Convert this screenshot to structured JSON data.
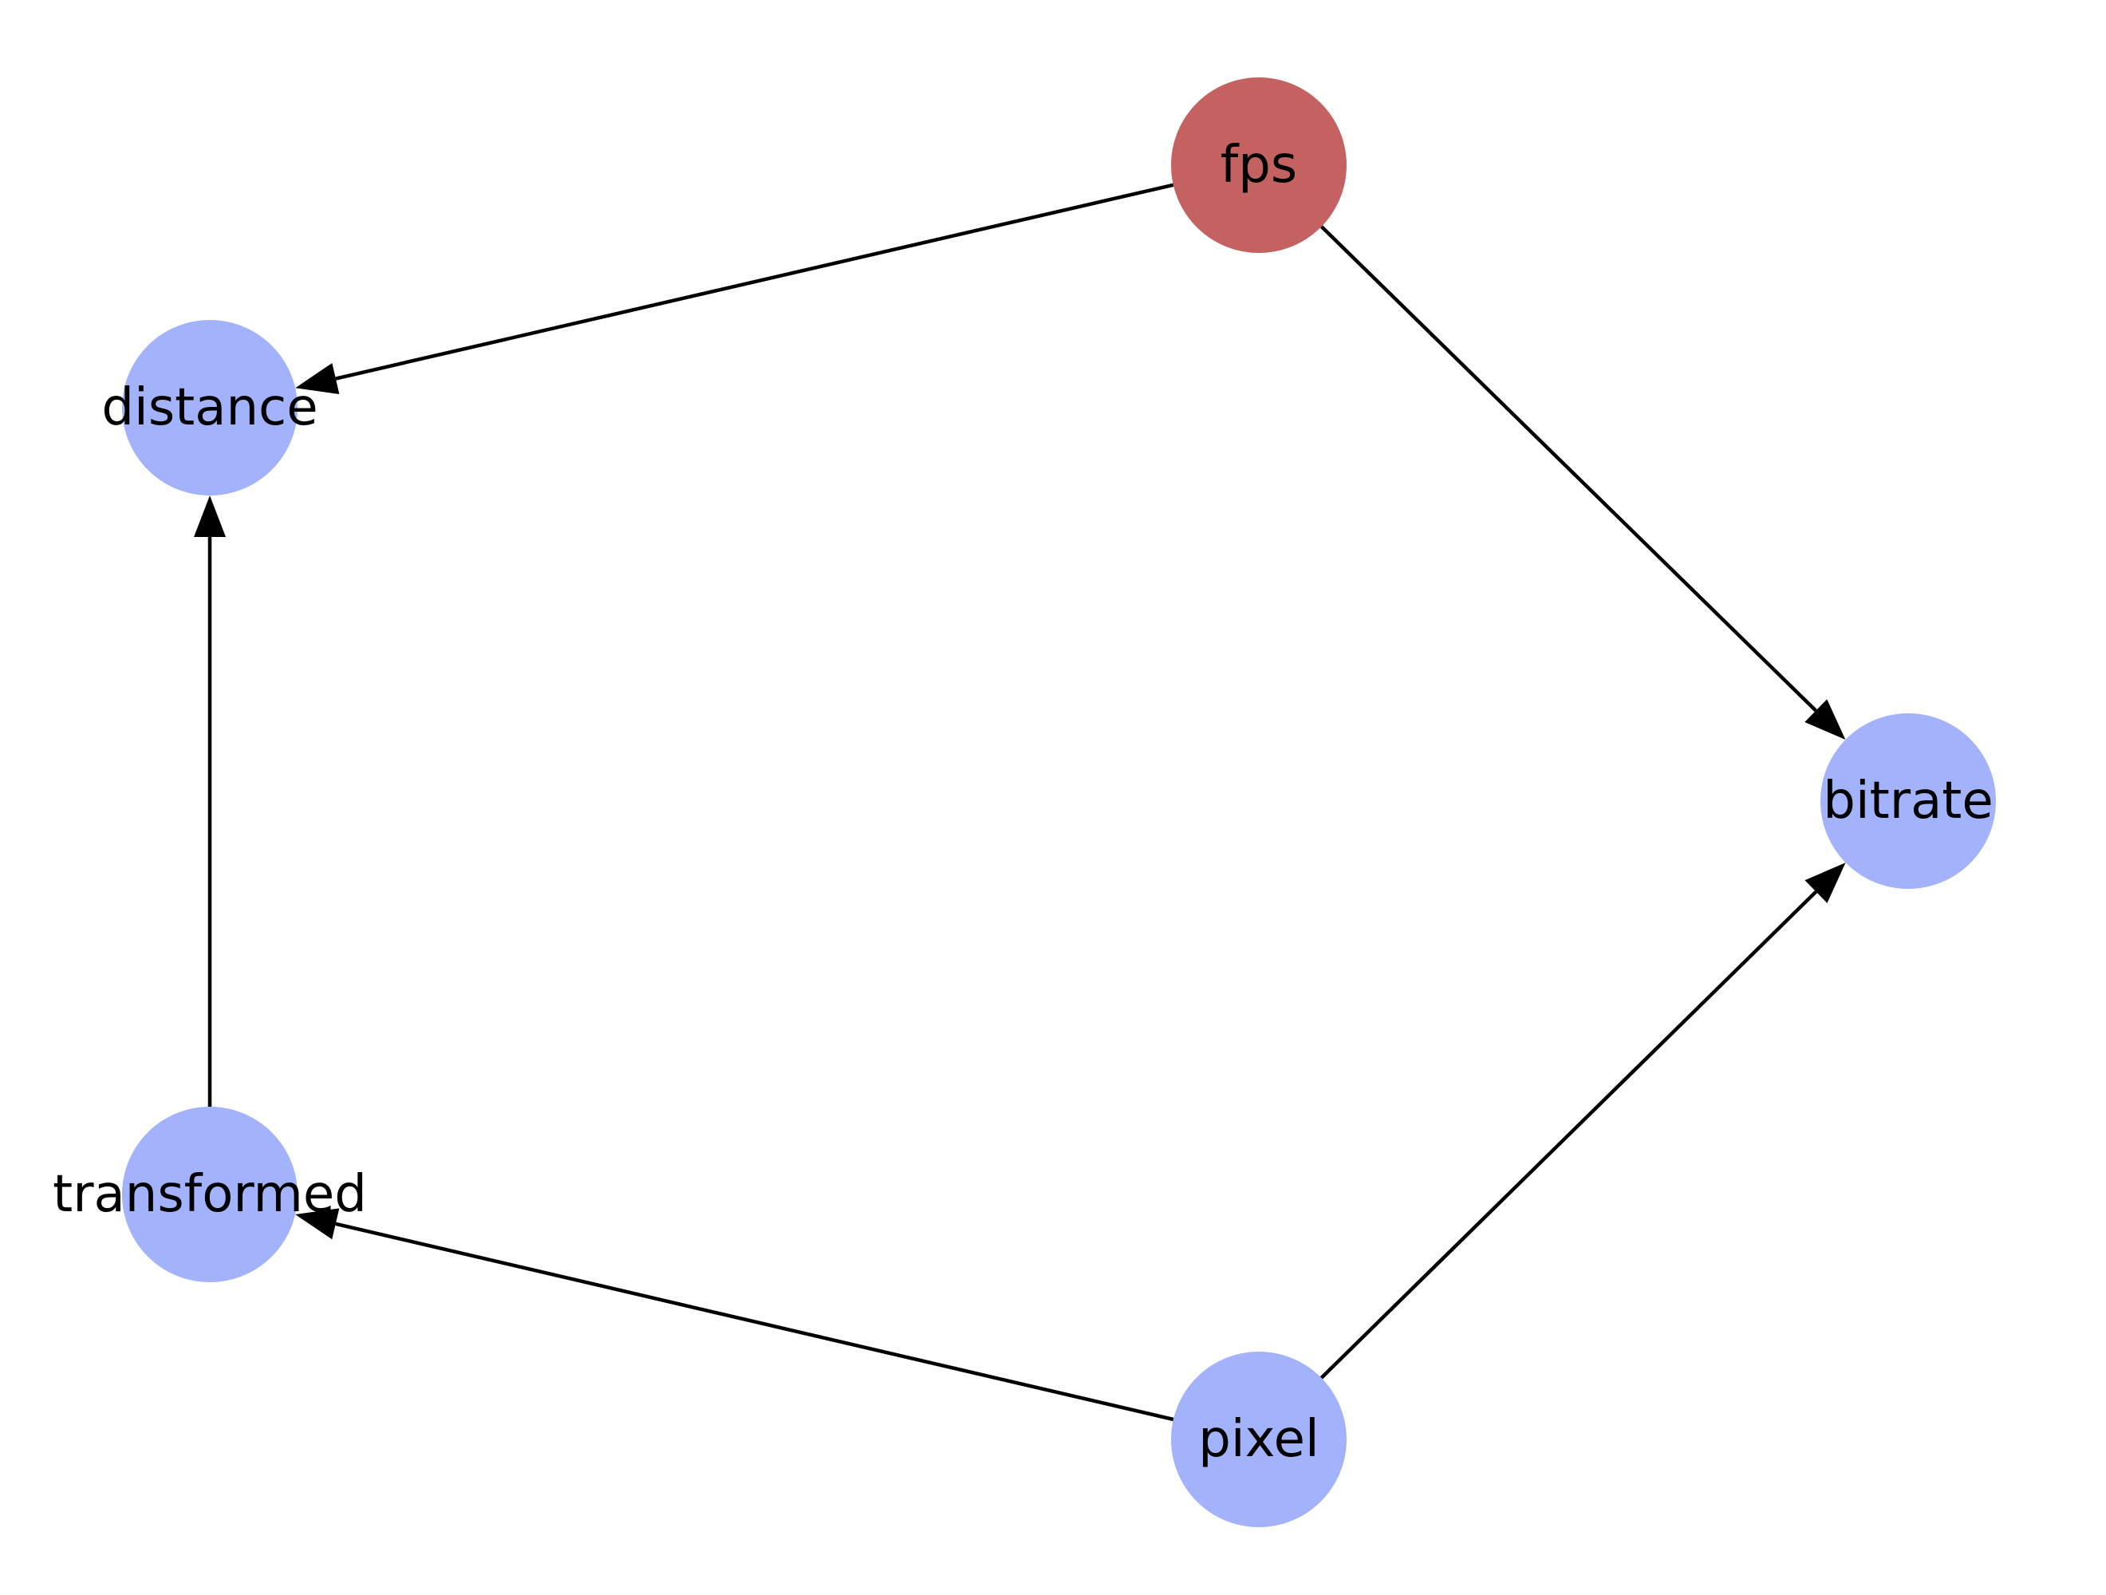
{
  "nodes": [
    {
      "id": "fps",
      "label": "fps",
      "color": "#c46262"
    },
    {
      "id": "distance",
      "label": "distance",
      "color": "#a2b3fb"
    },
    {
      "id": "bitrate",
      "label": "bitrate",
      "color": "#a2b3fb"
    },
    {
      "id": "transformed",
      "label": "transformed",
      "color": "#a2b3fb"
    },
    {
      "id": "pixel",
      "label": "pixel",
      "color": "#a2b3fb"
    }
  ],
  "edges": [
    {
      "from": "fps",
      "to": "distance"
    },
    {
      "from": "fps",
      "to": "bitrate"
    },
    {
      "from": "transformed",
      "to": "distance"
    },
    {
      "from": "pixel",
      "to": "transformed"
    },
    {
      "from": "pixel",
      "to": "bitrate"
    }
  ]
}
